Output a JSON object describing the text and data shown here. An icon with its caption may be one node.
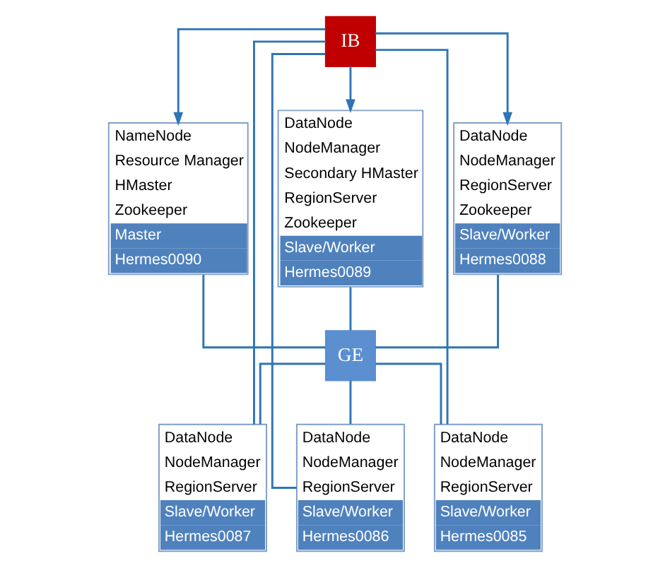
{
  "diagram": {
    "nodes": [
      {
        "text": [
          "IB"
        ]
      },
      {
        "text": [
          "NameNode",
          "Resource Manager",
          "HMaster",
          "Zookeeper",
          "Master",
          "Hermes0090"
        ]
      },
      {
        "text": [
          "DataNode",
          "NodeManager",
          "Secondary HMaster",
          "RegionServer",
          "Zookeeper",
          "Slave/Worker",
          "Hermes0089"
        ]
      },
      {
        "text": [
          "DataNode",
          "NodeManager",
          "RegionServer",
          "Zookeeper",
          "Slave/Worker",
          "Hermes0088"
        ]
      },
      {
        "text": [
          "GE"
        ]
      },
      {
        "text": [
          "DataNode",
          "NodeManager",
          "RegionServer",
          "Slave/Worker",
          "Hermes0087"
        ]
      },
      {
        "text": [
          "DataNode",
          "NodeManager",
          "RegionServer",
          "Slave/Worker",
          "Hermes0086"
        ]
      },
      {
        "text": [
          "DataNode",
          "NodeManager",
          "RegionServer",
          "Slave/Worker",
          "Hermes0085"
        ]
      }
    ],
    "edges": [
      {
        "from": 0,
        "to": 1,
        "arrow": "to"
      },
      {
        "from": 0,
        "to": 2,
        "arrow": "to"
      },
      {
        "from": 0,
        "to": 3,
        "arrow": "to"
      },
      {
        "from": 1,
        "to": 4,
        "arrow": "none"
      },
      {
        "from": 2,
        "to": 4,
        "arrow": "none"
      },
      {
        "from": 3,
        "to": 4,
        "arrow": "none"
      },
      {
        "from": 4,
        "to": 5,
        "arrow": "none"
      },
      {
        "from": 4,
        "to": 6,
        "arrow": "none"
      },
      {
        "from": 4,
        "to": 7,
        "arrow": "none"
      },
      {
        "from": 7,
        "to": 0,
        "arrow": "none"
      },
      {
        "from": 6,
        "to": 0,
        "arrow": "none"
      },
      {
        "from": 5,
        "to": 0,
        "arrow": "none"
      }
    ]
  }
}
